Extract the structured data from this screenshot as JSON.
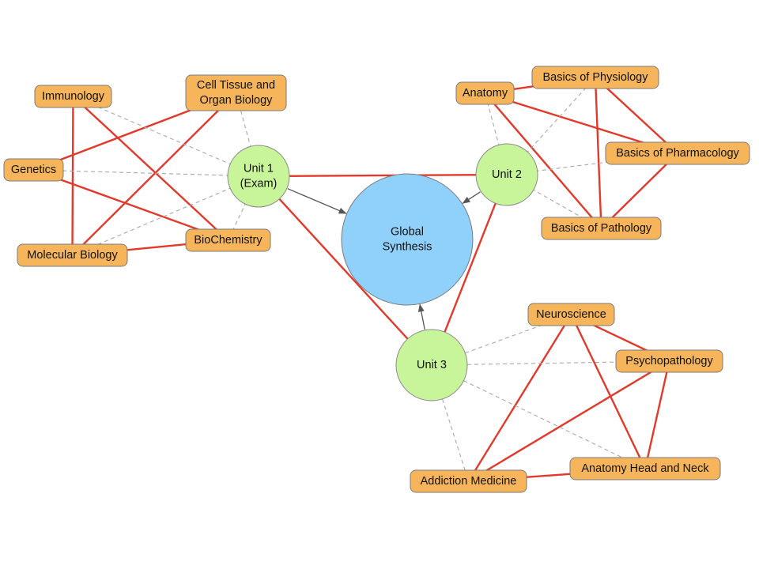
{
  "colors": {
    "topic_fill": "#f6b55a",
    "unit_fill": "#c9f59a",
    "synthesis_fill": "#8fd1fb",
    "strong_link": "#e2392b",
    "weak_link": "#a8a8a8",
    "arrow": "#555555"
  },
  "nodes": {
    "global": {
      "lines": [
        "Global",
        "Synthesis"
      ]
    },
    "unit1": {
      "lines": [
        "Unit 1",
        "(Exam)"
      ]
    },
    "unit2": {
      "lines": [
        "Unit 2"
      ]
    },
    "unit3": {
      "lines": [
        "Unit 3"
      ]
    },
    "immunology": {
      "lines": [
        "Immunology"
      ]
    },
    "cell_tissue": {
      "lines": [
        "Cell  Tissue and",
        "Organ Biology"
      ]
    },
    "genetics": {
      "lines": [
        "Genetics"
      ]
    },
    "molecular_biology": {
      "lines": [
        "Molecular Biology"
      ]
    },
    "biochemistry": {
      "lines": [
        "BioChemistry"
      ]
    },
    "anatomy": {
      "lines": [
        "Anatomy"
      ]
    },
    "basics_physiology": {
      "lines": [
        "Basics of Physiology"
      ]
    },
    "basics_pharmacology": {
      "lines": [
        "Basics of Pharmacology"
      ]
    },
    "basics_pathology": {
      "lines": [
        "Basics of Pathology"
      ]
    },
    "neuroscience": {
      "lines": [
        "Neuroscience"
      ]
    },
    "psychopathology": {
      "lines": [
        "Psychopathology"
      ]
    },
    "anatomy_head_neck": {
      "lines": [
        "Anatomy Head and Neck"
      ]
    },
    "addiction_medicine": {
      "lines": [
        "Addiction Medicine"
      ]
    }
  },
  "edges": [
    {
      "from": "unit1",
      "to": "global",
      "kind": "arrow"
    },
    {
      "from": "unit2",
      "to": "global",
      "kind": "arrow"
    },
    {
      "from": "unit3",
      "to": "global",
      "kind": "arrow"
    },
    {
      "from": "unit1",
      "to": "unit2",
      "kind": "strong"
    },
    {
      "from": "unit1",
      "to": "unit3",
      "kind": "strong"
    },
    {
      "from": "unit2",
      "to": "unit3",
      "kind": "strong"
    },
    {
      "from": "immunology",
      "to": "molecular_biology",
      "kind": "strong"
    },
    {
      "from": "immunology",
      "to": "biochemistry",
      "kind": "strong"
    },
    {
      "from": "cell_tissue",
      "to": "genetics",
      "kind": "strong"
    },
    {
      "from": "cell_tissue",
      "to": "molecular_biology",
      "kind": "strong"
    },
    {
      "from": "genetics",
      "to": "biochemistry",
      "kind": "strong"
    },
    {
      "from": "molecular_biology",
      "to": "biochemistry",
      "kind": "strong"
    },
    {
      "from": "unit1",
      "to": "immunology",
      "kind": "weak"
    },
    {
      "from": "unit1",
      "to": "cell_tissue",
      "kind": "weak"
    },
    {
      "from": "unit1",
      "to": "genetics",
      "kind": "weak"
    },
    {
      "from": "unit1",
      "to": "molecular_biology",
      "kind": "weak"
    },
    {
      "from": "unit1",
      "to": "biochemistry",
      "kind": "weak"
    },
    {
      "from": "anatomy",
      "to": "basics_physiology",
      "kind": "strong"
    },
    {
      "from": "anatomy",
      "to": "basics_pharmacology",
      "kind": "strong"
    },
    {
      "from": "anatomy",
      "to": "basics_pathology",
      "kind": "strong"
    },
    {
      "from": "basics_physiology",
      "to": "basics_pharmacology",
      "kind": "strong"
    },
    {
      "from": "basics_physiology",
      "to": "basics_pathology",
      "kind": "strong"
    },
    {
      "from": "basics_pharmacology",
      "to": "basics_pathology",
      "kind": "strong"
    },
    {
      "from": "unit2",
      "to": "anatomy",
      "kind": "weak"
    },
    {
      "from": "unit2",
      "to": "basics_physiology",
      "kind": "weak"
    },
    {
      "from": "unit2",
      "to": "basics_pharmacology",
      "kind": "weak"
    },
    {
      "from": "unit2",
      "to": "basics_pathology",
      "kind": "weak"
    },
    {
      "from": "neuroscience",
      "to": "psychopathology",
      "kind": "strong"
    },
    {
      "from": "neuroscience",
      "to": "anatomy_head_neck",
      "kind": "strong"
    },
    {
      "from": "neuroscience",
      "to": "addiction_medicine",
      "kind": "strong"
    },
    {
      "from": "psychopathology",
      "to": "anatomy_head_neck",
      "kind": "strong"
    },
    {
      "from": "psychopathology",
      "to": "addiction_medicine",
      "kind": "strong"
    },
    {
      "from": "anatomy_head_neck",
      "to": "addiction_medicine",
      "kind": "strong"
    },
    {
      "from": "unit3",
      "to": "neuroscience",
      "kind": "weak"
    },
    {
      "from": "unit3",
      "to": "psychopathology",
      "kind": "weak"
    },
    {
      "from": "unit3",
      "to": "anatomy_head_neck",
      "kind": "weak"
    },
    {
      "from": "unit3",
      "to": "addiction_medicine",
      "kind": "weak"
    }
  ]
}
